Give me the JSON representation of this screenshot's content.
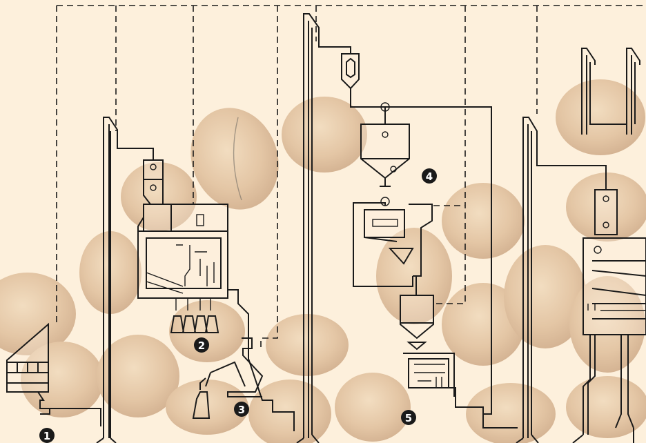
{
  "colors": {
    "background": "#fdf0dc",
    "bean_light": "#e7c9a3",
    "bean_dark": "#b88a62",
    "line": "#1a1a1a",
    "marker_fill": "#1a1a1a",
    "marker_text": "#ffffff"
  },
  "markers": [
    {
      "label": "1"
    },
    {
      "label": "2"
    },
    {
      "label": "3"
    },
    {
      "label": "4"
    },
    {
      "label": "5"
    }
  ]
}
